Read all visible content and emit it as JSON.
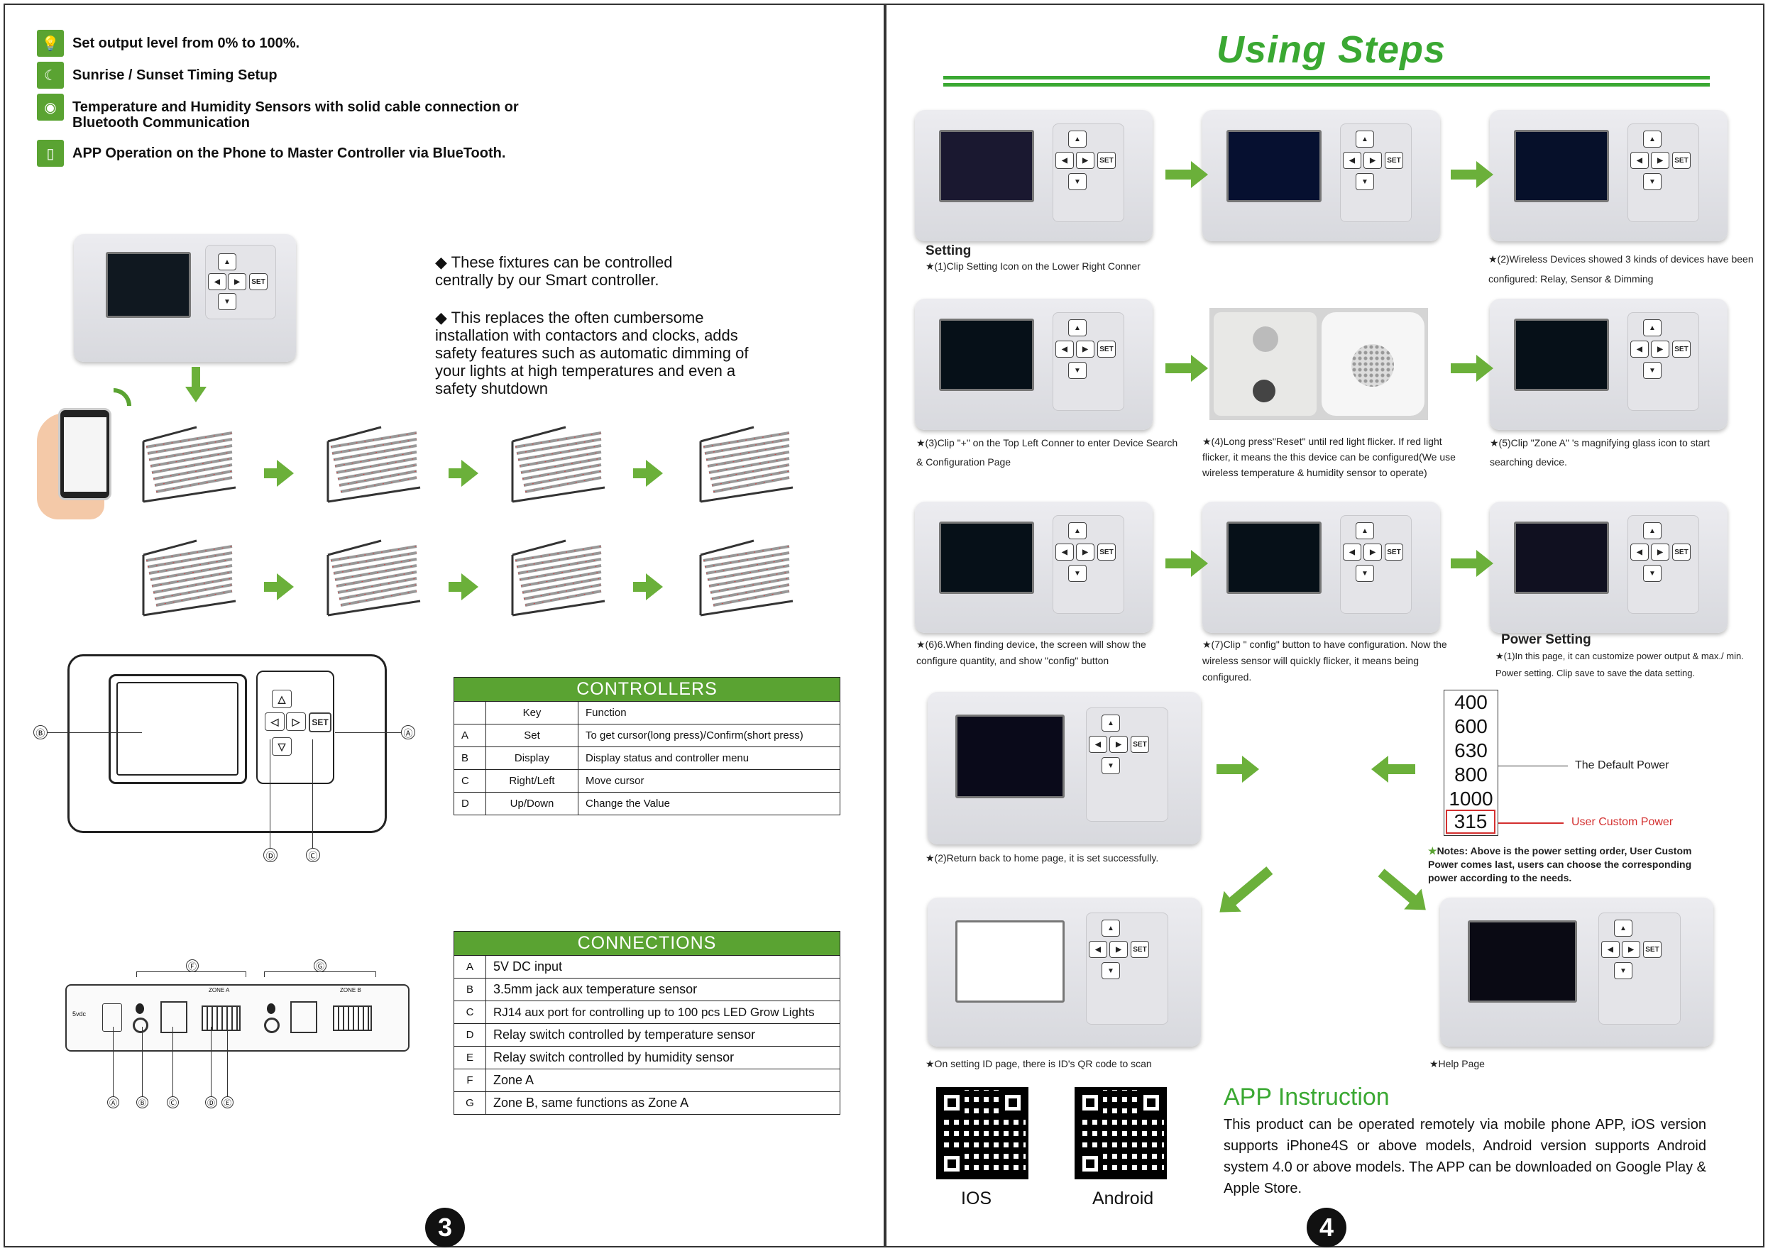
{
  "left_page": {
    "features": [
      {
        "icon": "bulb-icon",
        "text": "Set output level from   0% to 100%."
      },
      {
        "icon": "moon-icon",
        "text": "Sunrise / Sunset Timing Setup"
      },
      {
        "icon": "sensor-icon",
        "text": "Temperature and Humidity Sensors with solid cable connection or Bluetooth Communication"
      },
      {
        "icon": "phone-app-icon",
        "text": "APP Operation on the Phone to Master Controller via BlueTooth."
      }
    ],
    "bullets": [
      "These fixtures can be controlled centrally by our Smart controller.",
      "This replaces the often cumbersome installation with contactors and clocks, adds safety features such as automatic dimming of your lights at high temperatures and even a safety shutdown"
    ],
    "set_label": "SET",
    "diagram_labels": {
      "a": "Ⓐ",
      "b": "Ⓑ",
      "c": "Ⓒ",
      "d": "Ⓓ"
    },
    "controllers": {
      "title": "CONTROLLERS",
      "headers": [
        "",
        "Key",
        "Function"
      ],
      "rows": [
        [
          "A",
          "Set",
          "To get cursor(long press)/Confirm(short press)"
        ],
        [
          "B",
          "Display",
          "Display status and controller menu"
        ],
        [
          "C",
          "Right/Left",
          "Move cursor"
        ],
        [
          "D",
          "Up/Down",
          "Change the Value"
        ]
      ]
    },
    "connections": {
      "title": "CONNECTIONS",
      "rows": [
        [
          "A",
          "5V DC input"
        ],
        [
          "B",
          "3.5mm jack aux temperature sensor"
        ],
        [
          "C",
          "RJ14 aux port for controlling up to 100 pcs LED Grow Lights"
        ],
        [
          "D",
          "Relay switch controlled by temperature sensor"
        ],
        [
          "E",
          "Relay switch controlled by humidity sensor"
        ],
        [
          "F",
          "Zone A"
        ],
        [
          "G",
          "Zone B, same functions as Zone A"
        ]
      ]
    },
    "port_labels": {
      "f": "Ⓕ",
      "g": "Ⓖ",
      "zone_a": "ZONE A",
      "zone_b": "ZONE B",
      "vdc": "5vdc",
      "a": "Ⓐ",
      "b": "Ⓑ",
      "c": "Ⓒ",
      "d": "Ⓓ",
      "e": "Ⓔ"
    },
    "page_number": "3"
  },
  "right_page": {
    "title": "Using Steps",
    "setting_heading": "Setting",
    "power_heading": "Power Setting",
    "captions": {
      "s1": "★(1)Clip Setting Icon on the Lower Right Conner",
      "s2": "★(2)Wireless Devices showed 3 kinds of devices have been configured: Relay, Sensor & Dimming",
      "s3": "★(3)Clip \"+\" on the Top Left Conner to enter Device Search & Configuration Page",
      "s4": "★(4)Long press\"Reset\" until red light flicker. If red light flicker, it means the this device can be configured(We use wireless temperature & humidity sensor to operate)",
      "s5": "★(5)Clip \"Zone A\" 's magnifying glass icon to start searching device.",
      "s6": "★(6)6.When finding device, the screen will show the configure quantity, and show  \"config\" button",
      "s7": "★(7)Clip \" config\" button to have configuration. Now the wireless sensor will quickly flicker, it means being configured.",
      "p1": "★(1)In this page, it can customize power output & max./ min. Power setting. Clip save to save the data setting.",
      "p2": "★(2)Return back to home page, it is set successfully.",
      "id": "★On setting ID page, there is ID's QR code to scan",
      "help": "★Help Page"
    },
    "power_values": [
      "400",
      "600",
      "630",
      "800",
      "1000"
    ],
    "custom_value": "315",
    "default_power_label": "The Default Power",
    "custom_power_label": "User Custom Power",
    "notes": "Notes: Above is the power setting order, User Custom Power comes last, users can choose the corresponding power according to the needs.",
    "app_title": "APP Instruction",
    "app_text": "This product can be operated remotely via mobile phone APP, iOS version supports iPhone4S or above models, Android version supports Android system 4.0 or above models. The APP can be downloaded on Google Play & Apple Store.",
    "qr_labels": [
      "IOS",
      "Android"
    ],
    "set_label": "SET",
    "page_number": "4",
    "colors": {
      "accent": "#5aa332",
      "title": "#3aa832",
      "custom": "#d32f2f"
    }
  }
}
